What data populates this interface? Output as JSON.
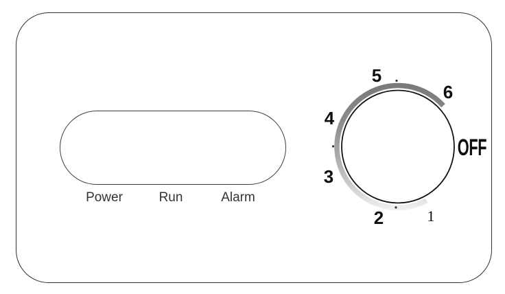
{
  "panel": {
    "description": "device front panel diagram"
  },
  "indicator": {
    "labels": [
      "Power",
      "Run",
      "Alarm"
    ]
  },
  "dial": {
    "off_label": "OFF",
    "positions": [
      "1",
      "2",
      "3",
      "4",
      "5",
      "6"
    ],
    "arc_gradient": [
      "#787878",
      "#8a8a8a",
      "#a6a6a6",
      "#c8c8c8",
      "#f2f2f2"
    ]
  },
  "colors": {
    "panel_stroke": "#2f2f2f",
    "knob_stroke": "#111111",
    "text": "#0d0d0d",
    "label_text": "#333333",
    "background": "#ffffff"
  }
}
